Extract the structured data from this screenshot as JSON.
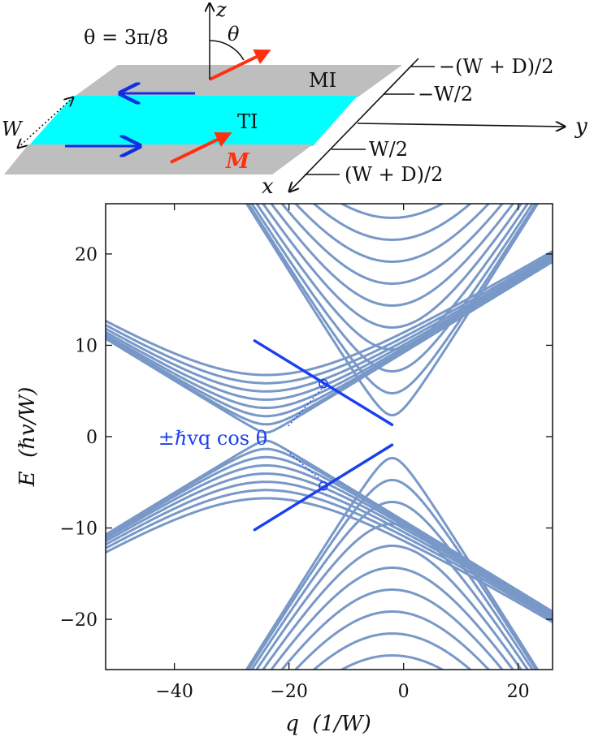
{
  "schematic": {
    "theta_label": "θ = 3π/8",
    "z_axis": "z",
    "theta_symbol": "θ",
    "mi_label": "MI",
    "ti_label": "TI",
    "w_label": "W",
    "m_label": "M",
    "y_axis": "y",
    "x_axis": "x",
    "ticks": [
      "−(W + D)/2",
      "−W/2",
      "W/2",
      "(W + D)/2"
    ],
    "colors": {
      "mi": "#bebebe",
      "ti": "#00ffff",
      "edge_arrow": "#1030e0",
      "magnetization": "#ff3010"
    }
  },
  "chart_data": {
    "type": "line",
    "xlabel": "q  (1/W)",
    "ylabel": "E  (ℏv/W)",
    "xlim": [
      -52,
      26
    ],
    "ylim": [
      -25.5,
      25.5
    ],
    "xticks": [
      -40,
      -20,
      0,
      20
    ],
    "yticks": [
      -20,
      -10,
      0,
      10,
      20
    ],
    "xtick_labels": [
      "−40",
      "−20",
      "0",
      "20"
    ],
    "ytick_labels": [
      "−20",
      "−10",
      "0",
      "10",
      "20"
    ],
    "band_color": "#7898c8",
    "highlight_color": "#1a3ff0",
    "slope": 0.383,
    "series": [
      {
        "branch": "left",
        "values": [
          0.45,
          1.35,
          2.25,
          3.15,
          4.05,
          4.95,
          5.85,
          6.75
        ]
      },
      {
        "branch": "right",
        "values": [
          2.35,
          4.75,
          7.15,
          9.55,
          11.95,
          14.35,
          16.75,
          19.15,
          21.55,
          23.95
        ]
      }
    ],
    "highlight": [
      {
        "q": [
          -26,
          -2
        ],
        "E": [
          10.5,
          1.3
        ]
      },
      {
        "q": [
          -26,
          -2
        ],
        "E": [
          -10.2,
          -0.9
        ]
      }
    ],
    "markers": [
      {
        "q": -14,
        "E": 5.8
      },
      {
        "q": -14,
        "E": -5.4
      }
    ],
    "annotation": "±ℏvq cos θ"
  }
}
